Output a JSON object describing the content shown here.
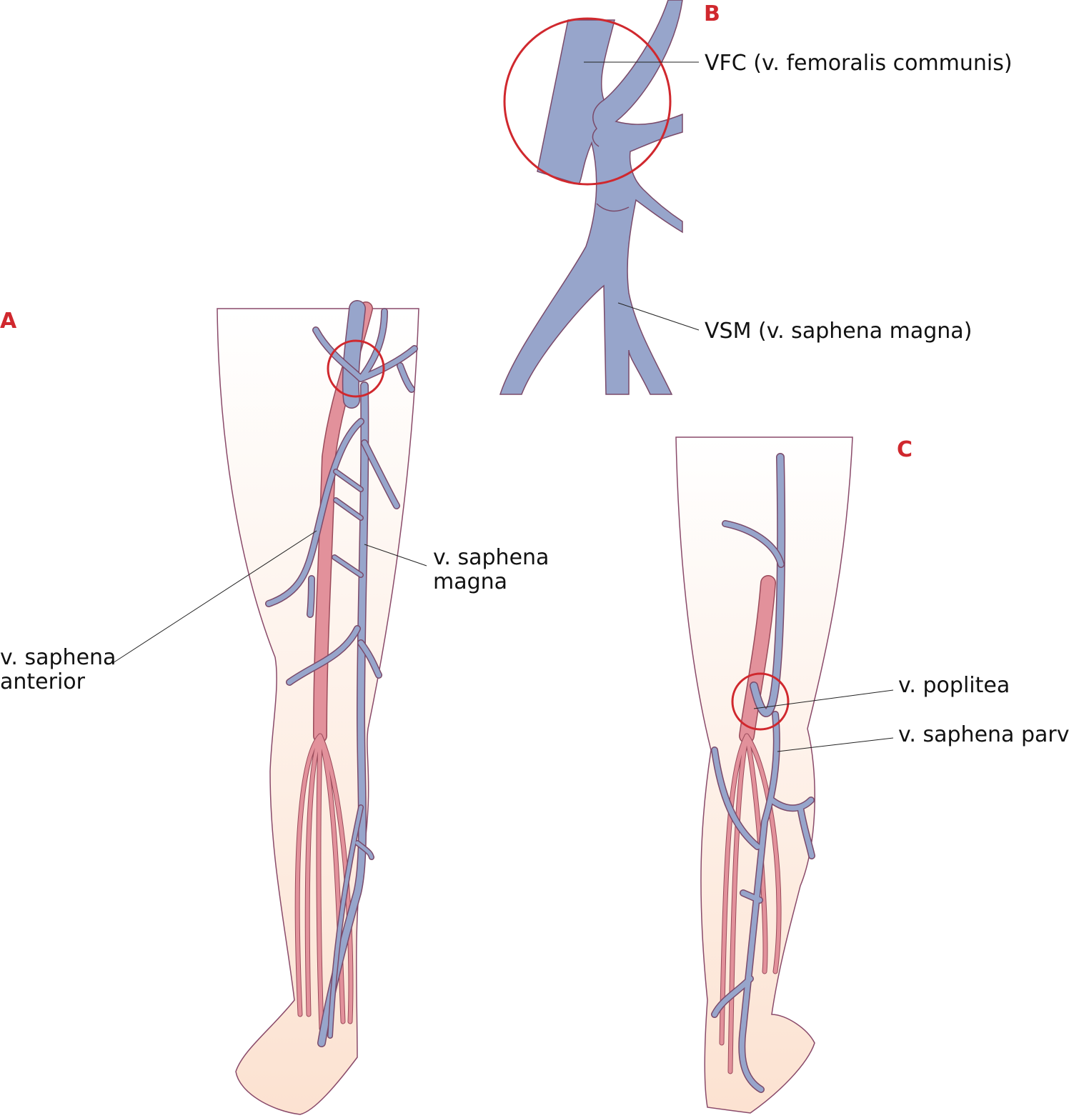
{
  "panels": {
    "a": "A",
    "b": "B",
    "c": "C"
  },
  "labels": {
    "vfc": "VFC (v. femoralis communis)",
    "vsm": "VSM (v. saphena magna)",
    "saphena_magna_line1": "v. saphena",
    "saphena_magna_line2": "magna",
    "saphena_anterior_line1": "v. saphena",
    "saphena_anterior_line2": "anterior",
    "poplitea": "v. poplitea",
    "saphena_parva": "v. saphena parva"
  },
  "colors": {
    "vein": "#97a5cb",
    "vein_outline": "#7a4a6a",
    "artery": "#e2919b",
    "skin_top": "#ffffff",
    "skin_bottom": "#fce3d3",
    "highlight_circle": "#d0282e",
    "panel_label": "#d0282e"
  }
}
